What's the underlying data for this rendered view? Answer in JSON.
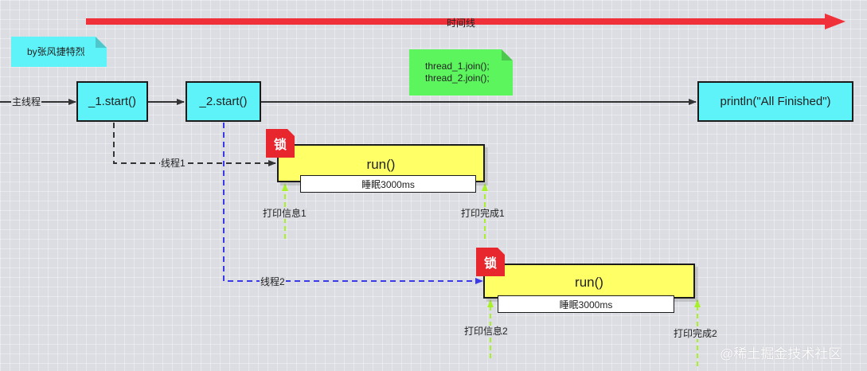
{
  "timeline": {
    "label": "时间线"
  },
  "author_note": {
    "text": "by张风捷特烈",
    "color": "#5ef3f8"
  },
  "join_note": {
    "line1": "thread_1.join();",
    "line2": "thread_2.join();",
    "color": "#5cf55e"
  },
  "main_thread": {
    "label": "主线程"
  },
  "nodes": {
    "start1": "_1.start()",
    "start2": "_2.start()",
    "finish": "println(\"All Finished\")"
  },
  "thread1": {
    "label": "线程1",
    "lock": "锁",
    "run": "run()",
    "sleep": "睡眠3000ms",
    "print_info": "打印信息1",
    "print_done": "打印完成1"
  },
  "thread2": {
    "label": "线程2",
    "lock": "锁",
    "run": "run()",
    "sleep": "睡眠3000ms",
    "print_info": "打印信息2",
    "print_done": "打印完成2"
  },
  "watermark": "@稀土掘金技术社区",
  "colors": {
    "timeline": "#f0313a",
    "thread1_line": "#333333",
    "thread2_line": "#3a3ae8",
    "print_arrow": "#a8f02a",
    "lock": "#e8262e",
    "run_box": "#ffff66"
  }
}
